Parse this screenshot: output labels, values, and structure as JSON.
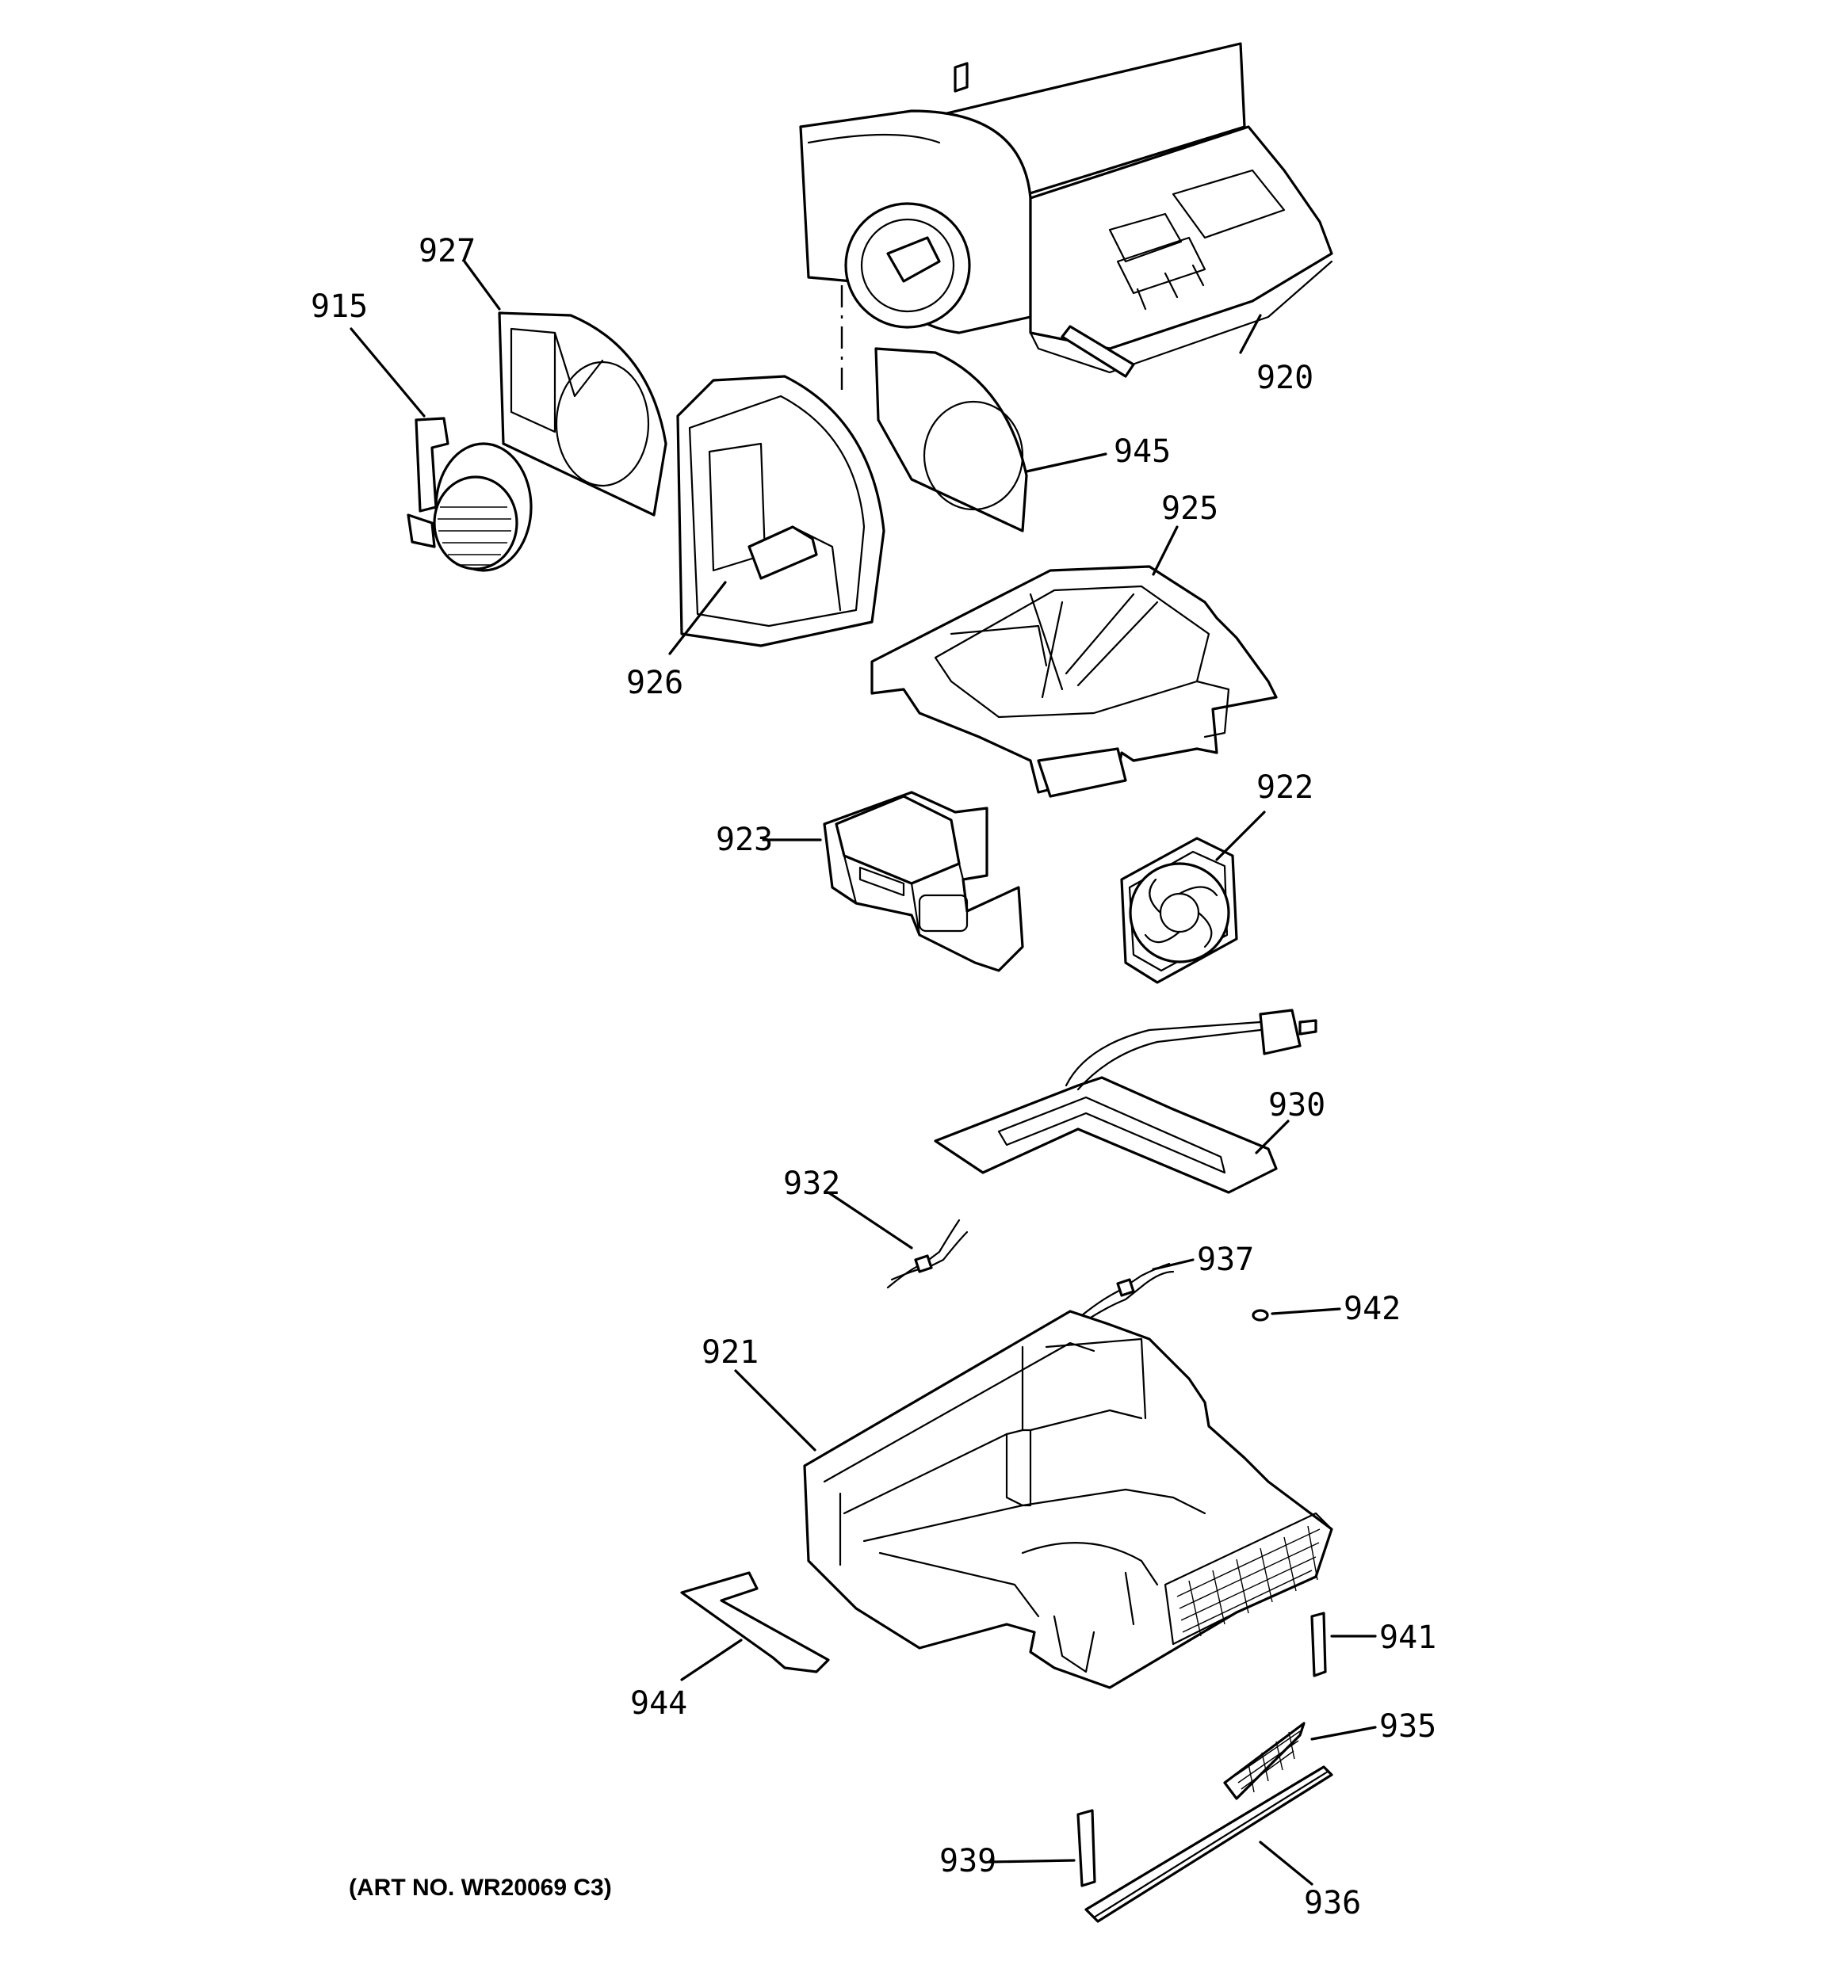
{
  "callouts": {
    "p915": "915",
    "p927": "927",
    "p920": "920",
    "p945": "945",
    "p925": "925",
    "p926": "926",
    "p923": "923",
    "p922": "922",
    "p930": "930",
    "p932": "932",
    "p937": "937",
    "p942": "942",
    "p921": "921",
    "p941": "941",
    "p944": "944",
    "p935": "935",
    "p939": "939",
    "p936": "936"
  },
  "art_number": "(ART NO. WR20069 C3)"
}
